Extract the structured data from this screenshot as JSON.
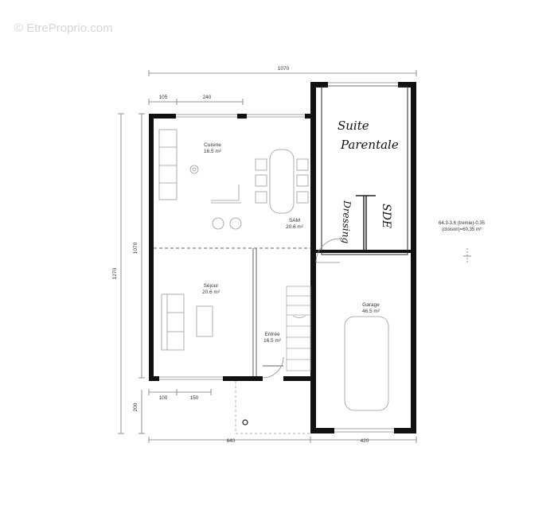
{
  "watermark": "© EtreProprio.com",
  "dimensions": {
    "top_total": "1070",
    "top_a": "105",
    "top_b": "240",
    "left_outer": "1270",
    "left_inner": "1070",
    "left_bottom": "200",
    "bottom_a": "100",
    "bottom_b": "150",
    "bottom_left": "640",
    "bottom_right": "420"
  },
  "rooms": {
    "cuisine": {
      "name": "Cuisine",
      "area": "16.5 m²"
    },
    "sam": {
      "name": "SAM",
      "area": "20.6 m²"
    },
    "sejour": {
      "name": "Séjour",
      "area": "20.6 m²"
    },
    "entree": {
      "name": "Entrée",
      "area": "16.5 m²"
    },
    "garage": {
      "name": "Garage",
      "area": "46.5 m²"
    }
  },
  "handwritten": {
    "suite_line1": "Suite",
    "suite_line2": "Parentale",
    "dressing": "Dressing",
    "sde": "SDE"
  },
  "note": {
    "line1": "64.3-3.6 (tremie)-0.35",
    "line2": "(cloison)=60.35 m²"
  },
  "colors": {
    "wall": "#111111",
    "line": "#555555",
    "faint": "#9a9a9a"
  }
}
